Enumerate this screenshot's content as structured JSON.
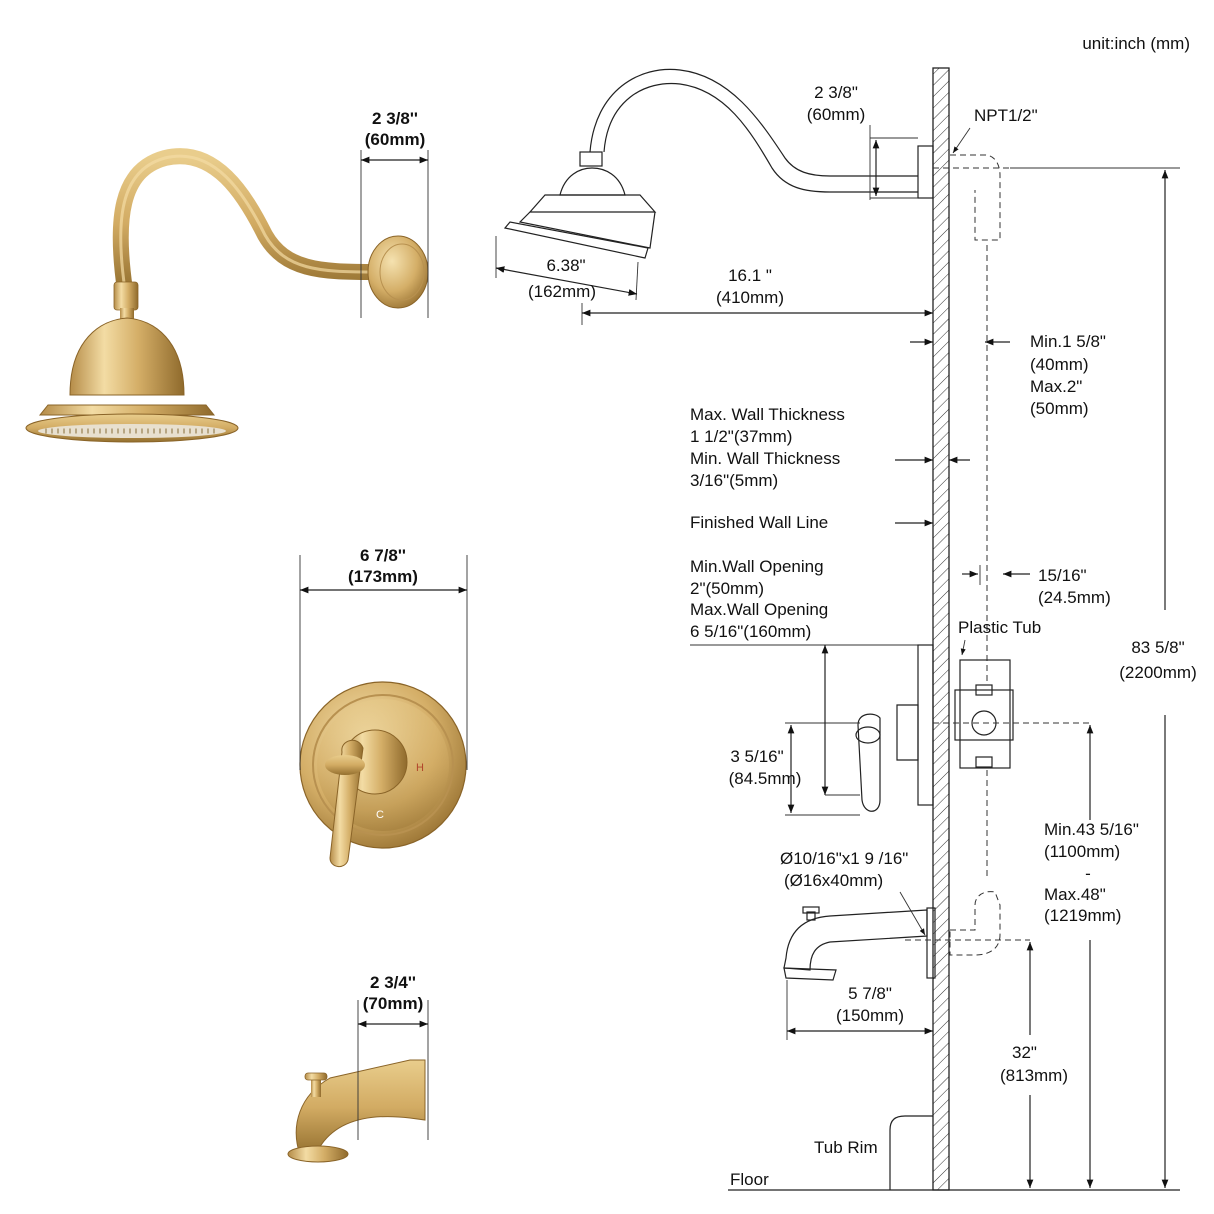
{
  "unit_note": "unit:inch (mm)",
  "colors": {
    "brass_light": "#f3dca4",
    "brass": "#d4ae67",
    "brass_dark": "#9a7434",
    "ink": "#111111"
  },
  "product_dims": {
    "arm_inch": "2 3/8''",
    "arm_mm": "(60mm)",
    "trim_inch": "6 7/8''",
    "trim_mm": "(173mm)",
    "spout_inch": "2 3/4''",
    "spout_mm": "(70mm)",
    "hot_mark": "H",
    "cold_mark": "C"
  },
  "install": {
    "arm_inch": "2 3/8\"",
    "arm_mm": "(60mm)",
    "npt": "NPT1/2\"",
    "head_inch": "6.38\"",
    "head_mm": "(162mm)",
    "reach_inch": "16.1 \"",
    "reach_mm": "(410mm)",
    "depth_min": "Min.1 5/8\"",
    "depth_min_mm": "(40mm)",
    "depth_max": "Max.2\"",
    "depth_max_mm": "(50mm)",
    "wall_max_t": "Max. Wall Thickness",
    "wall_max_v": "1 1/2\"(37mm)",
    "wall_min_t": "Min. Wall Thickness",
    "wall_min_v": "3/16\"(5mm)",
    "finished_wall": "Finished Wall Line",
    "open_min_t": "Min.Wall Opening",
    "open_min_v": "2\"(50mm)",
    "open_max_t": "Max.Wall Opening",
    "open_max_v": "6 5/16\"(160mm)",
    "valve_off": "15/16\"",
    "valve_off_mm": "(24.5mm)",
    "plastic_tub": "Plastic Tub",
    "total_h": "83 5/8\"",
    "total_h_mm": "(2200mm)",
    "handle_h": "3 5/16\"",
    "handle_h_mm": "(84.5mm)",
    "valve_h_min": "Min.43 5/16\"",
    "valve_h_min_mm": "(1100mm)",
    "valve_h_sep": "-",
    "valve_h_max": "Max.48\"",
    "valve_h_max_mm": "(1219mm)",
    "pipe": "Ø10/16\"x1 9 /16\"",
    "pipe_mm": "(Ø16x40mm)",
    "spout_reach": "5 7/8\"",
    "spout_reach_mm": "(150mm)",
    "spout_h": "32\"",
    "spout_h_mm": "(813mm)",
    "tub_rim": "Tub Rim",
    "floor": "Floor"
  }
}
